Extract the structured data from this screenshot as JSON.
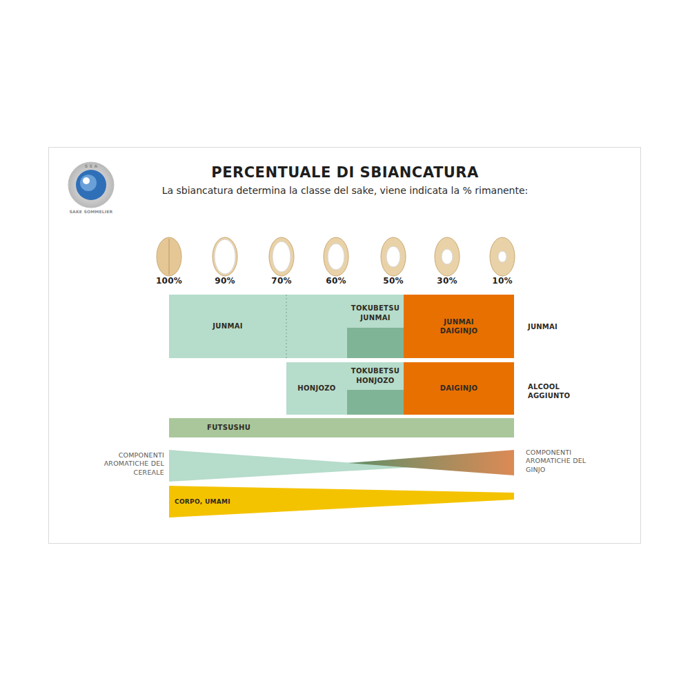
{
  "diagram": {
    "title": "PERCENTUALE DI SBIANCATURA",
    "caption": "La sbiancatura determina la classe del sake, viene indicata la % rimanente:",
    "nodes": [
      {
        "text": [
          "JUNMAI"
        ]
      },
      {
        "text": [
          "TOKUBETSU JUNMAI"
        ]
      },
      {
        "text": [
          "JUNMAI DAIGINJO"
        ]
      },
      {
        "text": [
          "HONJOZO"
        ]
      },
      {
        "text": [
          "TOKUBETSU HONJOZO"
        ]
      },
      {
        "text": [
          "DAIGINJO"
        ]
      },
      {
        "text": [
          "FUTSUSHU"
        ]
      },
      {
        "text": [
          "CORPO, UMAMI"
        ]
      }
    ],
    "labels": [
      "S S A",
      "SAKE SOMMELIER",
      "100%",
      "90%",
      "70%",
      "60%",
      "50%",
      "30%",
      "10%",
      "JUNMAI",
      "ALCOOL AGGIUNTO",
      "COMPONENTI AROMATICHE DEL CEREALE",
      "COMPONENTI AROMATICHE DEL GINJO"
    ]
  }
}
